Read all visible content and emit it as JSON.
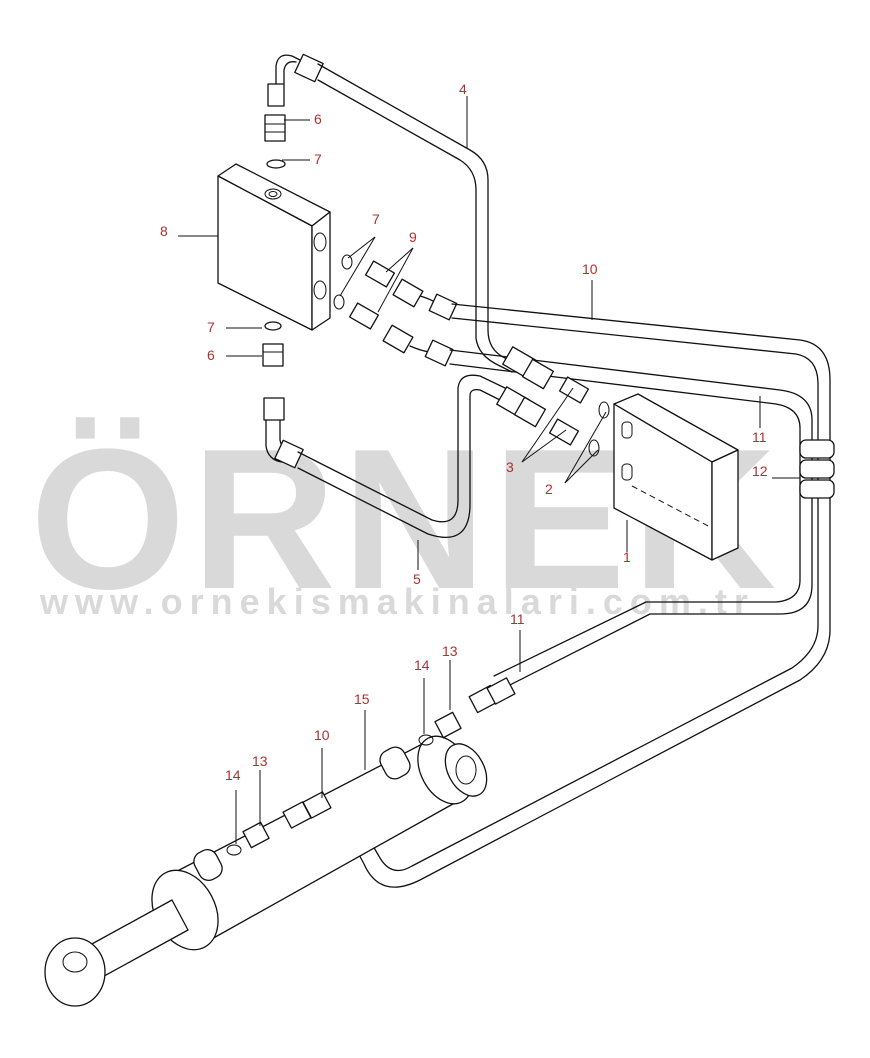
{
  "watermark": {
    "brand": "ÖRNEK",
    "url": "www.ornekismakinalari.com.tr",
    "color": "#d9d9d9",
    "accent_color": "#f0e4b0"
  },
  "callouts": {
    "c1": "1",
    "c2": "2",
    "c3": "3",
    "c4": "4",
    "c5": "5",
    "c6a": "6",
    "c6b": "6",
    "c7a": "7",
    "c7b": "7",
    "c7c": "7",
    "c8": "8",
    "c9": "9",
    "c10a": "10",
    "c10b": "10",
    "c11a": "11",
    "c11b": "11",
    "c12": "12",
    "c13a": "13",
    "c13b": "13",
    "c14a": "14",
    "c14b": "14",
    "c15": "15"
  },
  "colors": {
    "callout": "#b03030",
    "line": "#111111"
  }
}
